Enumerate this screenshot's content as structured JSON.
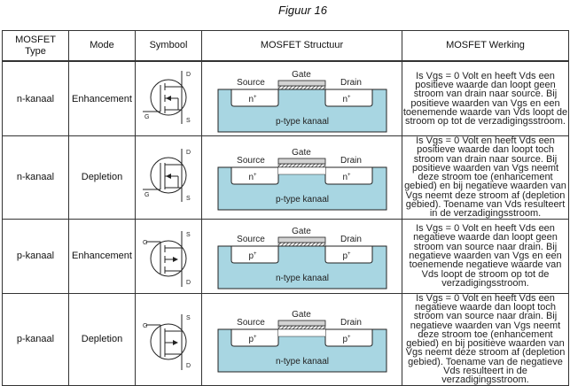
{
  "figure_title": "Figuur 16",
  "headers": {
    "type": "MOSFET Type",
    "mode": "Mode",
    "symbol": "Symbool",
    "structure": "MOSFET Structuur",
    "operation": "MOSFET Werking"
  },
  "colors": {
    "substrate": "#a8d6e2",
    "gate": "#d3d3d3",
    "border": "#333333"
  },
  "rows": [
    {
      "type": "n-kanaal",
      "mode": "Enhancement",
      "symbol": {
        "icon": "n-channel-enhancement-mosfet-icon",
        "g": "G",
        "d": "D",
        "s": "S"
      },
      "structure": {
        "gate": "Gate",
        "source": "Source",
        "drain": "Drain",
        "well_left": "n",
        "well_right": "n",
        "well_sup": "+",
        "substrate": "p-type kanaal"
      },
      "description": "Is Vgs = 0 Volt en heeft Vds een positieve waarde dan loopt geen stroom van drain naar source. Bij positieve waarden van Vgs en een toenemende waarde van Vds loopt de stroom op tot de verzadigingsstroom."
    },
    {
      "type": "n-kanaal",
      "mode": "Depletion",
      "symbol": {
        "icon": "n-channel-depletion-mosfet-icon",
        "g": "G",
        "d": "D",
        "s": "S"
      },
      "structure": {
        "gate": "Gate",
        "source": "Source",
        "drain": "Drain",
        "well_left": "n",
        "well_right": "n",
        "well_sup": "+",
        "substrate": "p-type kanaal"
      },
      "description": "Is Vgs = 0 Volt en heeft Vds een positieve waarde dan loopt toch stroom van drain naar source. Bij positieve waarden van Vgs neemt deze stroom toe (enhancement gebied) en bij negatieve waarden van Vgs neemt deze stroom af (depletion gebied). Toename van Vds resulteert in de verzadigingsstroom."
    },
    {
      "type": "p-kanaal",
      "mode": "Enhancement",
      "symbol": {
        "icon": "p-channel-enhancement-mosfet-icon",
        "g": "G",
        "d": "D",
        "s": "S"
      },
      "structure": {
        "gate": "Gate",
        "source": "Source",
        "drain": "Drain",
        "well_left": "p",
        "well_right": "p",
        "well_sup": "+",
        "substrate": "n-type kanaal"
      },
      "description": "Is Vgs = 0 Volt en heeft Vds een negatieve waarde dan loopt geen stroom van source naar drain. Bij negatieve waarden van Vgs en een toenemende negatieve waarde van Vds loopt de stroom op tot de verzadigingsstroom."
    },
    {
      "type": "p-kanaal",
      "mode": "Depletion",
      "symbol": {
        "icon": "p-channel-depletion-mosfet-icon",
        "g": "G",
        "d": "D",
        "s": "S"
      },
      "structure": {
        "gate": "Gate",
        "source": "Source",
        "drain": "Drain",
        "well_left": "p",
        "well_right": "p",
        "well_sup": "+",
        "substrate": "n-type kanaal"
      },
      "description": "Is Vgs = 0 Volt en heeft Vds een negatieve waarde dan loopt toch stroom van source naar drain. Bij negatieve waarden van Vgs neemt deze stroom toe (enhancement gebied) en bij positieve waarden van Vgs neemt deze stroom af (depletion gebied). Toename van de negatieve Vds resulteert in de verzadigingsstroom."
    }
  ]
}
